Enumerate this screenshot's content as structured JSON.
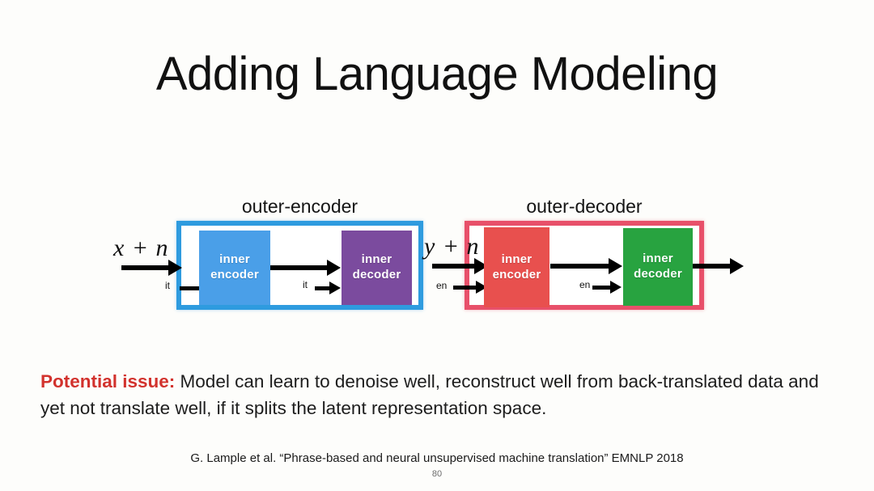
{
  "slide": {
    "title": "Adding Language Modeling",
    "page_number": "80",
    "citation": "G. Lample et al. “Phrase-based and neural unsupervised machine translation” EMNLP 2018"
  },
  "diagram": {
    "outer_encoder": {
      "label": "outer-encoder",
      "frame_color": "#2e9bdf",
      "input_math": "x + n",
      "token_in": "it",
      "token_mid": "it",
      "inner_encoder": {
        "line1": "inner",
        "line2": "encoder",
        "color": "#4a9fe8"
      },
      "inner_decoder": {
        "line1": "inner",
        "line2": "decoder",
        "color": "#7b4b9e"
      }
    },
    "outer_decoder": {
      "label": "outer-decoder",
      "frame_color": "#e8506a",
      "input_math": "y + n",
      "token_in": "en",
      "token_mid": "en",
      "inner_encoder": {
        "line1": "inner",
        "line2": "encoder",
        "color": "#e8504e"
      },
      "inner_decoder": {
        "line1": "inner",
        "line2": "decoder",
        "color": "#28a340"
      }
    }
  },
  "body": {
    "highlight": "Potential issue:",
    "text": " Model can learn to denoise well, reconstruct well from back-translated data and yet not translate well, if it splits the latent representation space."
  },
  "colors": {
    "accent_red": "#d2322d",
    "background": "#fdfdfb"
  }
}
